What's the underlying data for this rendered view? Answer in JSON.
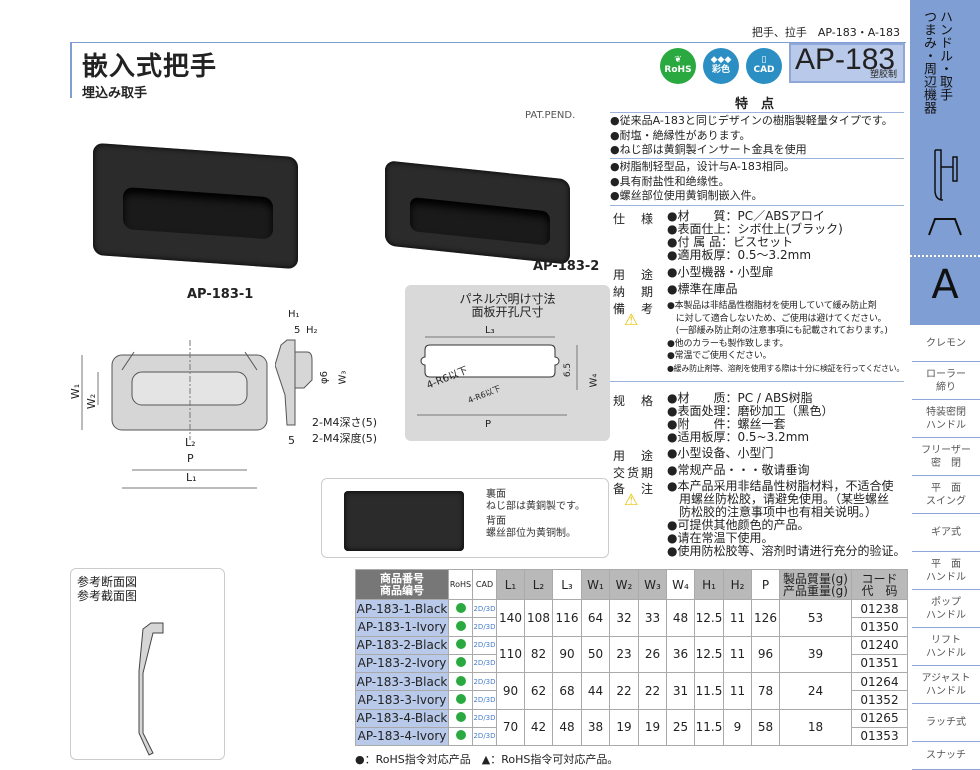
{
  "header": {
    "breadcrumb": "把手、拉手　AP-183・A-183",
    "title": "嵌入式把手",
    "subtitle": "埋込み取手",
    "badges": [
      "RoHS",
      "彩色",
      "CAD"
    ],
    "model_code": "AP-183",
    "model_material": "塑胶制"
  },
  "sidebar": {
    "category": "ハンドル・取手\nつまみ・周辺機器",
    "letter": "A",
    "items": [
      "クレモン",
      "ローラー\n締り",
      "特装密閉\nハンドル",
      "フリーザー\n密　閉",
      "平　面\nスイング",
      "ギア式",
      "平　面\nハンドル",
      "ポップ\nハンドル",
      "リフト\nハンドル",
      "アジャスト\nハンドル",
      "ラッチ式",
      "スナッチ"
    ]
  },
  "photos": {
    "pat": "PAT.PEND.",
    "label1": "AP-183-1",
    "label2": "AP-183-2"
  },
  "drawing": {
    "W1": "W₁",
    "W2": "W₂",
    "L2": "L₂",
    "P": "P",
    "L1": "L₁",
    "H1": "H₁",
    "five": "5",
    "H2": "H₂",
    "phi": "φ6",
    "W3": "W₃",
    "bottom5": "5",
    "m4_jp": "2-M4深さ(5)",
    "m4_cn": "2-M4深度(5)"
  },
  "panel": {
    "title_jp": "パネル穴明け寸法",
    "title_cn": "面板开孔尺寸",
    "L3": "L₃",
    "r_jp": "4-R6以下",
    "r_cn": "4-R6以下",
    "d65": "6.5",
    "W4": "W₄",
    "P": "P"
  },
  "back": {
    "l1": "裏面",
    "l2": "ねじ部は黄銅製です。",
    "l3": "背面",
    "l4": "螺丝部位为黄铜制。"
  },
  "section": {
    "title_jp": "参考断面図",
    "title_cn": "参考截面图"
  },
  "features": {
    "heading": "特　点",
    "jp": [
      "●従来品A-183と同じデザインの樹脂製軽量タイプです。",
      "●耐塩・絶縁性があります。",
      "●ねじ部は黄銅製インサート金具を使用"
    ],
    "cn": [
      "●树脂制轻型品，设计与A-183相同。",
      "●具有耐盐性和绝缘性。",
      "●螺丝部位使用黄铜制嵌入件。"
    ]
  },
  "spec_jp": {
    "label_spec": "仕様",
    "spec": [
      "●材　　質：PC／ABSアロイ",
      "●表面仕上：シボ仕上(ブラック)",
      "●付 属 品：ビスセット",
      "●適用板厚：0.5～3.2mm"
    ],
    "label_use": "用途",
    "use": "●小型機器・小型扉",
    "label_delivery": "納期",
    "delivery": "●標準在庫品",
    "label_note": "備考",
    "note": [
      "●本製品は非結晶性樹脂材を使用していて緩み防止剤",
      "　に対して適合しないため、ご使用は避けてください。",
      "　(一部緩み防止剤の注意事項にも記載されております。)",
      "●他のカラーも製作致します。",
      "●常温でご使用ください。",
      "●緩み防止剤等、溶剤を使用する際は十分に検証を行ってください。"
    ]
  },
  "spec_cn": {
    "label_spec": "规格",
    "spec": [
      "●材　　质：PC / ABS树脂",
      "●表面处理：磨砂加工（黑色）",
      "●附　　件：螺丝一套",
      "●适用板厚：0.5~3.2mm"
    ],
    "label_use": "用途",
    "use": "●小型设备、小型门",
    "label_delivery": "交货期",
    "delivery": "●常规产品・・・敬请垂询",
    "label_note": "备注",
    "note": [
      "●本产品采用非结晶性树脂材料，不适合使",
      "　用螺丝防松胶，请避免使用。（某些螺丝",
      "　防松胶的注意事项中也有相关说明。）",
      "●可提供其他颜色的产品。",
      "●请在常温下使用。",
      "●使用防松胶等、溶剂时请进行充分的验证。"
    ]
  },
  "table": {
    "headers": [
      "商品番号\n商品编号",
      "RoHS",
      "CAD",
      "L₁",
      "L₂",
      "L₃",
      "W₁",
      "W₂",
      "W₃",
      "W₄",
      "H₁",
      "H₂",
      "P",
      "製品質量(g)\n产品重量(g)",
      "コード\n代　码"
    ],
    "groups": [
      {
        "dims": [
          "140",
          "108",
          "116",
          "64",
          "32",
          "33",
          "48",
          "12.5",
          "11",
          "126",
          "53"
        ],
        "rows": [
          {
            "name": "AP-183-1-Black",
            "code": "01238"
          },
          {
            "name": "AP-183-1-Ivory",
            "code": "01350"
          }
        ]
      },
      {
        "dims": [
          "110",
          "82",
          "90",
          "50",
          "23",
          "26",
          "36",
          "12.5",
          "11",
          "96",
          "39"
        ],
        "rows": [
          {
            "name": "AP-183-2-Black",
            "code": "01240"
          },
          {
            "name": "AP-183-2-Ivory",
            "code": "01351"
          }
        ]
      },
      {
        "dims": [
          "90",
          "62",
          "68",
          "44",
          "22",
          "22",
          "31",
          "11.5",
          "11",
          "78",
          "24"
        ],
        "rows": [
          {
            "name": "AP-183-3-Black",
            "code": "01264"
          },
          {
            "name": "AP-183-3-Ivory",
            "code": "01352"
          }
        ]
      },
      {
        "dims": [
          "70",
          "42",
          "48",
          "38",
          "19",
          "19",
          "25",
          "11.5",
          "9",
          "58",
          "18"
        ],
        "rows": [
          {
            "name": "AP-183-4-Black",
            "code": "01265"
          },
          {
            "name": "AP-183-4-Ivory",
            "code": "01353"
          }
        ]
      }
    ],
    "cad_label": "2D/3D",
    "legend": "●：RoHS指令対応产品　▲：RoHS指令可対応产品。"
  },
  "colors": {
    "accent": "#7f9fd4",
    "rohs": "#2aa940",
    "cad": "#2b8fc4"
  }
}
